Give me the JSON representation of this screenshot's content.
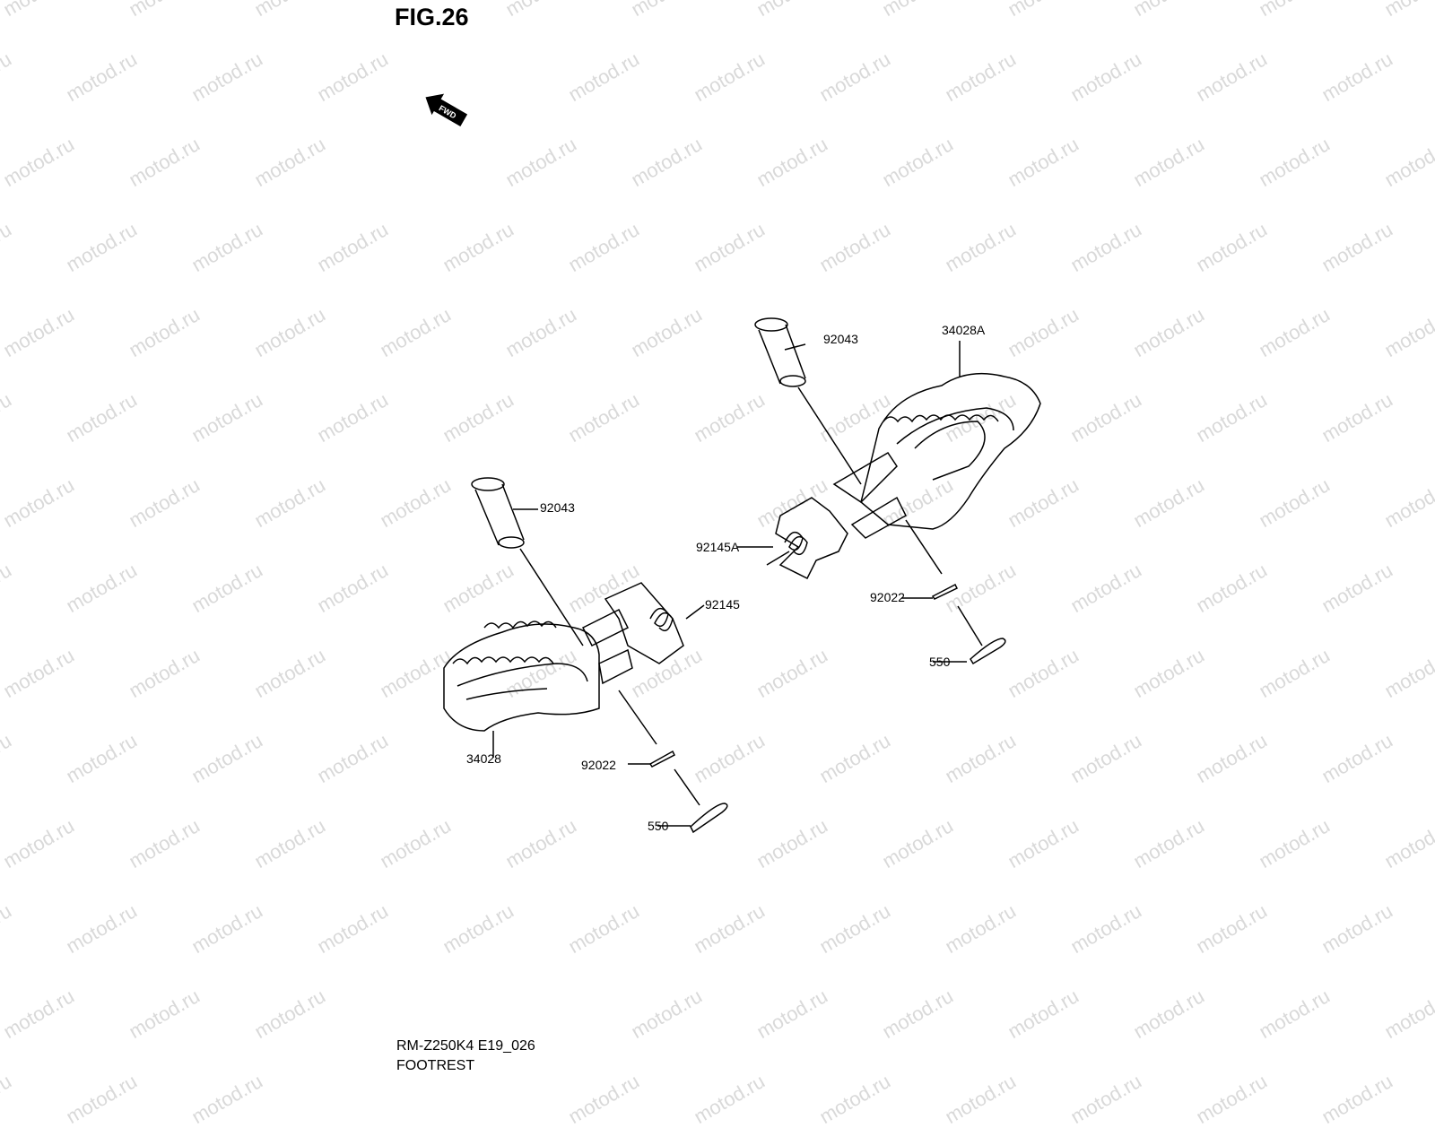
{
  "watermark": "motod.ru",
  "figure": {
    "title": "FIG.26",
    "fwd_label": "FWD"
  },
  "parts": {
    "pin_right": "92043",
    "footrest_right": "34028A",
    "spring_right": "92145A",
    "washer_right": "92022",
    "cotter_right": "550",
    "pin_left": "92043",
    "spring_left": "92145",
    "footrest_left": "34028",
    "washer_left": "92022",
    "cotter_left": "550"
  },
  "footer": {
    "model": "RM-Z250K4 E19_026",
    "name": "FOOTREST"
  }
}
